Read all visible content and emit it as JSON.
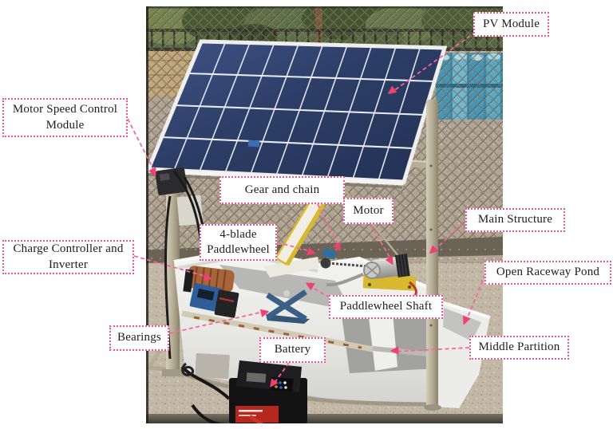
{
  "figure": {
    "kind": "annotated-photograph",
    "description": "Outdoor experimental setup: PV-powered paddlewheel driving an open raceway pond"
  },
  "annotation_style": {
    "box_border_color": "#f2548f",
    "arrow_line_color": "#f4679b",
    "arrowhead_color": "#ee4071",
    "box_background": "#ffffff",
    "text_color": "#1d1d1d"
  },
  "labels": {
    "pv_module": "PV Module",
    "motor_speed_control": "Motor Speed Control Module",
    "gear_and_chain": "Gear and chain",
    "motor": "Motor",
    "main_structure": "Main Structure",
    "four_blade_paddlewheel": "4-blade Paddlewheel",
    "charge_controller_inverter": "Charge Controller and Inverter",
    "open_raceway_pond": "Open Raceway Pond",
    "paddlewheel_shaft": "Paddlewheel Shaft",
    "bearings": "Bearings",
    "middle_partition": "Middle Partition",
    "battery": "Battery"
  }
}
